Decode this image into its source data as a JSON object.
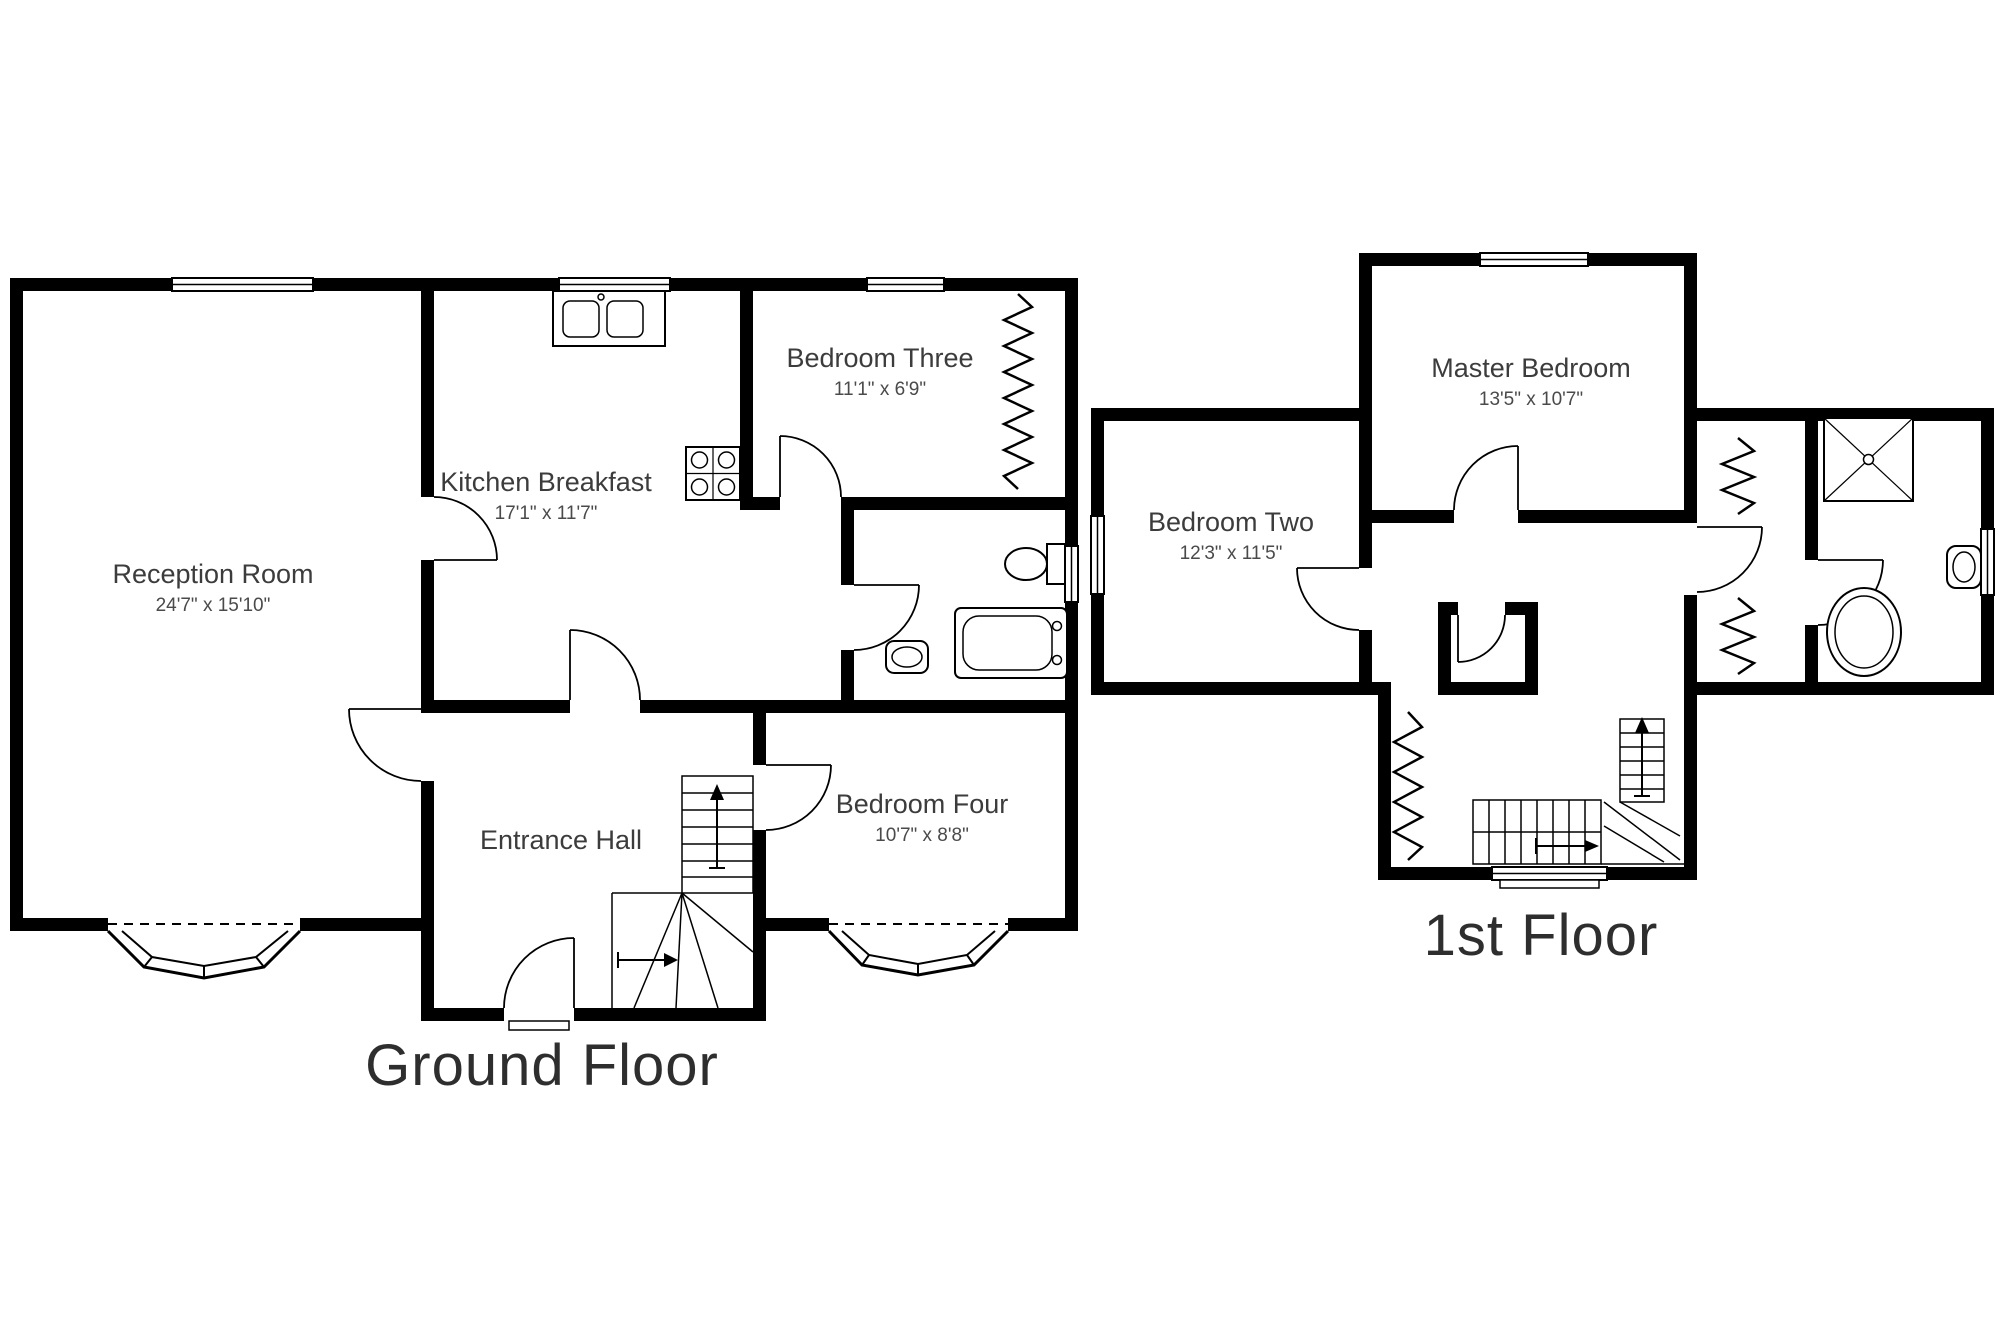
{
  "document": {
    "type": "floorplan",
    "background": "#ffffff"
  },
  "colors": {
    "walls": "#000000",
    "lines": "#000000",
    "labels": "#3c3c3c",
    "titles": "#2e2e2e"
  },
  "floors": {
    "ground": {
      "title": "Ground Floor",
      "rooms": {
        "reception": {
          "name": "Reception Room",
          "dims": "24'7\" x 15'10\""
        },
        "kitchen": {
          "name": "Kitchen Breakfast",
          "dims": "17'1\" x 11'7\""
        },
        "bedroom_three": {
          "name": "Bedroom Three",
          "dims": "11'1\" x 6'9\""
        },
        "bedroom_four": {
          "name": "Bedroom Four",
          "dims": "10'7\" x 8'8\""
        },
        "entrance_hall": {
          "name": "Entrance Hall",
          "dims": ""
        }
      },
      "fixtures": [
        "kitchen-sink",
        "hob",
        "toilet",
        "bath",
        "basin",
        "staircase-up",
        "bay-window-reception",
        "bay-window-bedroom-four"
      ]
    },
    "first": {
      "title": "1st Floor",
      "rooms": {
        "master": {
          "name": "Master Bedroom",
          "dims": "13'5\" x 10'7\""
        },
        "bedroom_two": {
          "name": "Bedroom Two",
          "dims": "12'3\" x 11'5\""
        }
      },
      "fixtures": [
        "shower",
        "basin",
        "bath",
        "staircase",
        "built-in-wardrobes"
      ]
    }
  }
}
